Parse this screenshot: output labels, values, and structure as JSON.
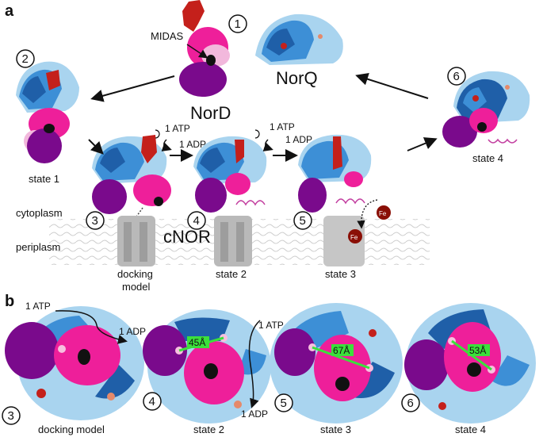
{
  "panels": {
    "a": "a",
    "b": "b"
  },
  "proteins": {
    "nord": "NorD",
    "norq": "NorQ",
    "cnor": "cNOR",
    "midas": "MIDAS"
  },
  "membrane": {
    "cytoplasm": "cytoplasm",
    "periplasm": "periplasm"
  },
  "panel_a": {
    "step_numbers": [
      "1",
      "2",
      "3",
      "4",
      "5",
      "6"
    ],
    "state_labels": {
      "state1": "state 1",
      "docking_line1": "docking",
      "docking_line2": "model",
      "state2": "state 2",
      "state3": "state 3",
      "state4": "state 4"
    },
    "nucleotides": {
      "atp": "1 ATP",
      "adp": "1 ADP"
    },
    "metal": "Fe"
  },
  "panel_b": {
    "step_numbers": [
      "3",
      "4",
      "5",
      "6"
    ],
    "labels": [
      "docking model",
      "state 2",
      "state 3",
      "state 4"
    ],
    "distances": [
      "45Å",
      "67Å",
      "53Å"
    ],
    "nucleotides": {
      "atp": "1 ATP",
      "adp": "1 ADP"
    }
  },
  "colors": {
    "norq_dark": "#1f5fa8",
    "norq_mid": "#3d8fd6",
    "norq_light": "#a9d4ef",
    "nord_vwa": "#ee1f9a",
    "nord_purple": "#7a0a8c",
    "nord_light": "#f2b8dc",
    "nord_red": "#c4201b",
    "cnor_gray": "#b9b9b9",
    "distance_green": "#3be03b",
    "fe": "#8a0f06"
  }
}
